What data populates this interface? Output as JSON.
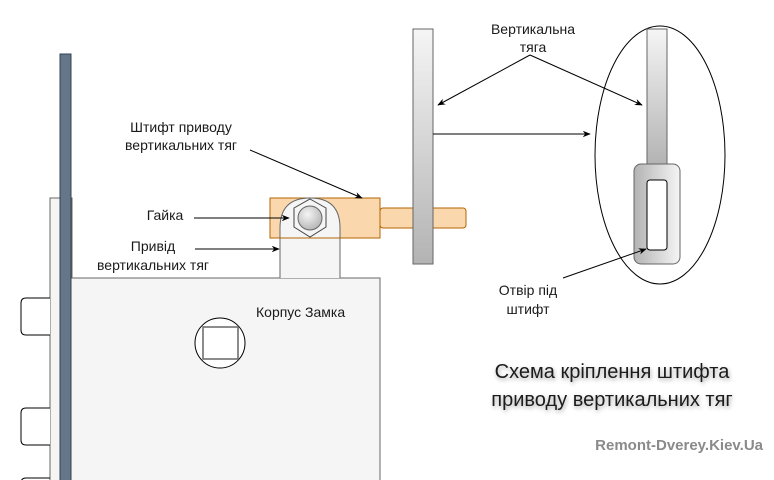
{
  "diagram": {
    "title_lines": [
      "Схема кріплення  штифта",
      "приводу вертикальних тяг"
    ],
    "watermark": "Remont-Dverey.Kiev.Ua",
    "labels": {
      "vertical_rod": [
        "Вертикальна",
        "тяга"
      ],
      "pin": [
        "Штифт приводу",
        "вертикальних тяг"
      ],
      "nut": "Гайка",
      "drive": [
        "Привід",
        "вертикальних тяг"
      ],
      "lock_body": "Корпус Замка",
      "pin_hole": [
        "Отвір під",
        "штифт"
      ]
    },
    "colors": {
      "faceplate": "#647687",
      "pin_fill": "#fad7ac",
      "pin_stroke": "#b46504",
      "body_fill": "#f5f5f5",
      "body_stroke": "#666666",
      "rod_light": "#f5f5f5",
      "rod_dark": "#b3b3b3",
      "text": "#1a1a1a",
      "watermark": "#8a8a8a"
    }
  }
}
